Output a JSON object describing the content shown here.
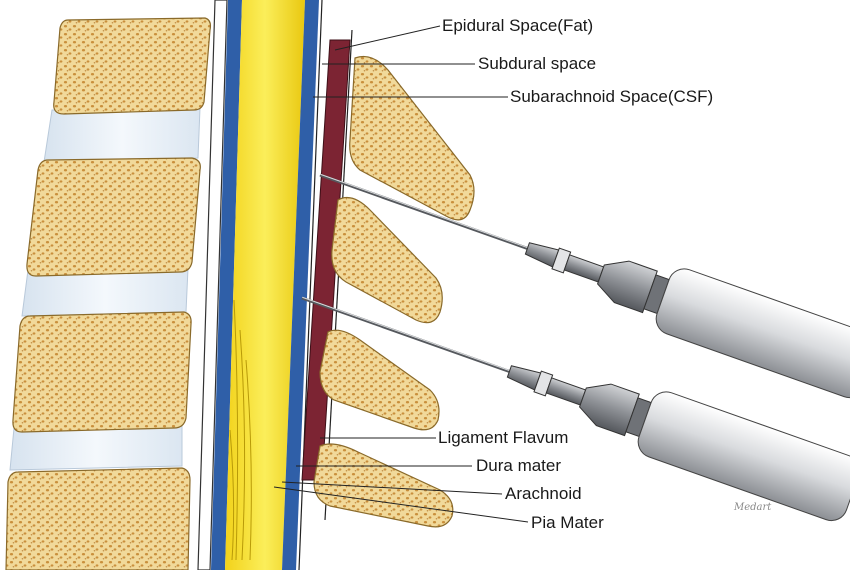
{
  "labels": {
    "epidural": "Epidural Space(Fat)",
    "subdural": "Subdural space",
    "subarachnoid": "Subarachnoid Space(CSF)",
    "ligament_flavum": "Ligament Flavum",
    "dura_mater": "Dura mater",
    "arachnoid": "Arachnoid",
    "pia_mater": "Pia Mater"
  },
  "signature": "Medart",
  "colors": {
    "bone": "#f3dfa5",
    "bone_pore": "#c98f3c",
    "disc": "#e9f0f7",
    "spinal_cord": "#f6e12a",
    "csf_blue": "#2f5fa8",
    "ligament_flavum": "#7c2433",
    "needle_metal": "#a7a9ad"
  }
}
